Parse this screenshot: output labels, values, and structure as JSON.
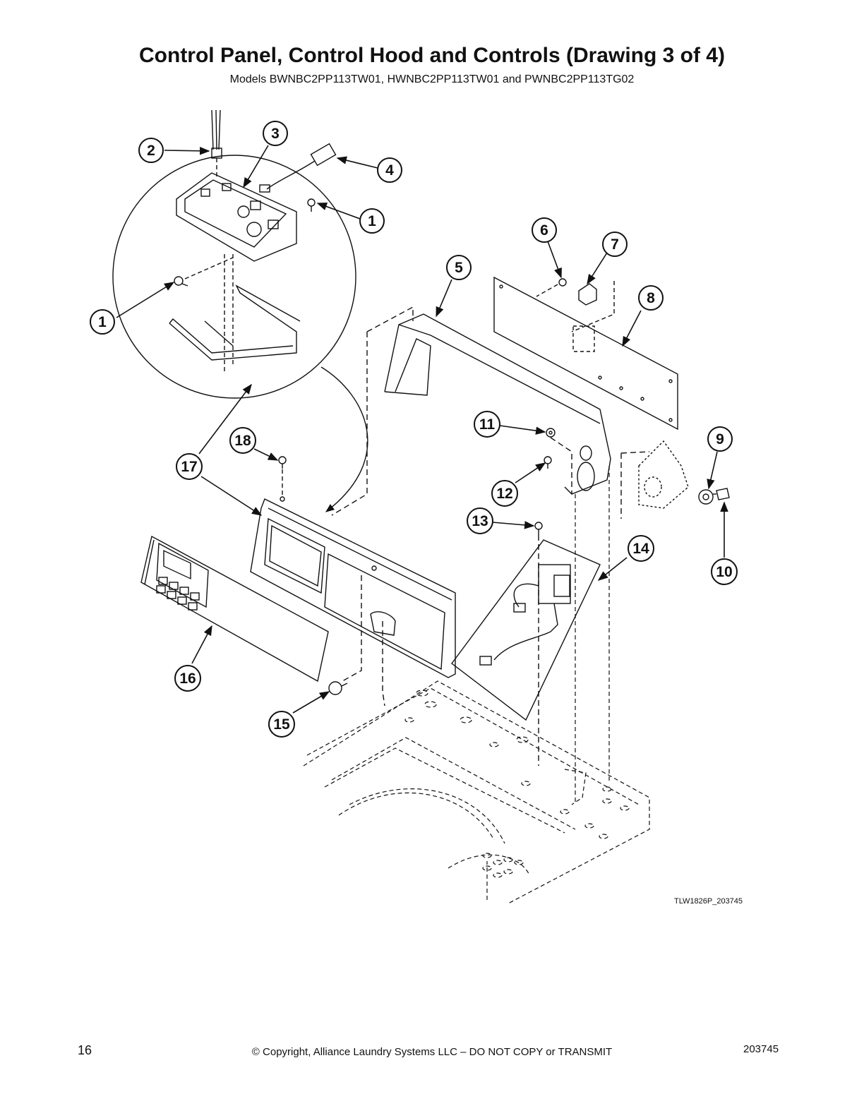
{
  "header": {
    "title": "Control Panel, Control Hood and Controls (Drawing 3 of 4)",
    "subtitle": "Models BWNBC2PP113TW01, HWNBC2PP113TW01 and PWNBC2PP113TG02"
  },
  "callouts": [
    {
      "label": "1"
    },
    {
      "label": "1"
    },
    {
      "label": "2"
    },
    {
      "label": "3"
    },
    {
      "label": "4"
    },
    {
      "label": "5"
    },
    {
      "label": "6"
    },
    {
      "label": "7"
    },
    {
      "label": "8"
    },
    {
      "label": "9"
    },
    {
      "label": "10"
    },
    {
      "label": "11"
    },
    {
      "label": "12"
    },
    {
      "label": "13"
    },
    {
      "label": "14"
    },
    {
      "label": "15"
    },
    {
      "label": "16"
    },
    {
      "label": "17"
    },
    {
      "label": "18"
    }
  ],
  "drawing_id": "TLW1826P_203745",
  "footer": {
    "page_number": "16",
    "copyright": "© Copyright, Alliance Laundry Systems LLC – DO NOT COPY or TRANSMIT",
    "document_number": "203745"
  },
  "colors": {
    "line": "#111111",
    "background": "#ffffff"
  }
}
